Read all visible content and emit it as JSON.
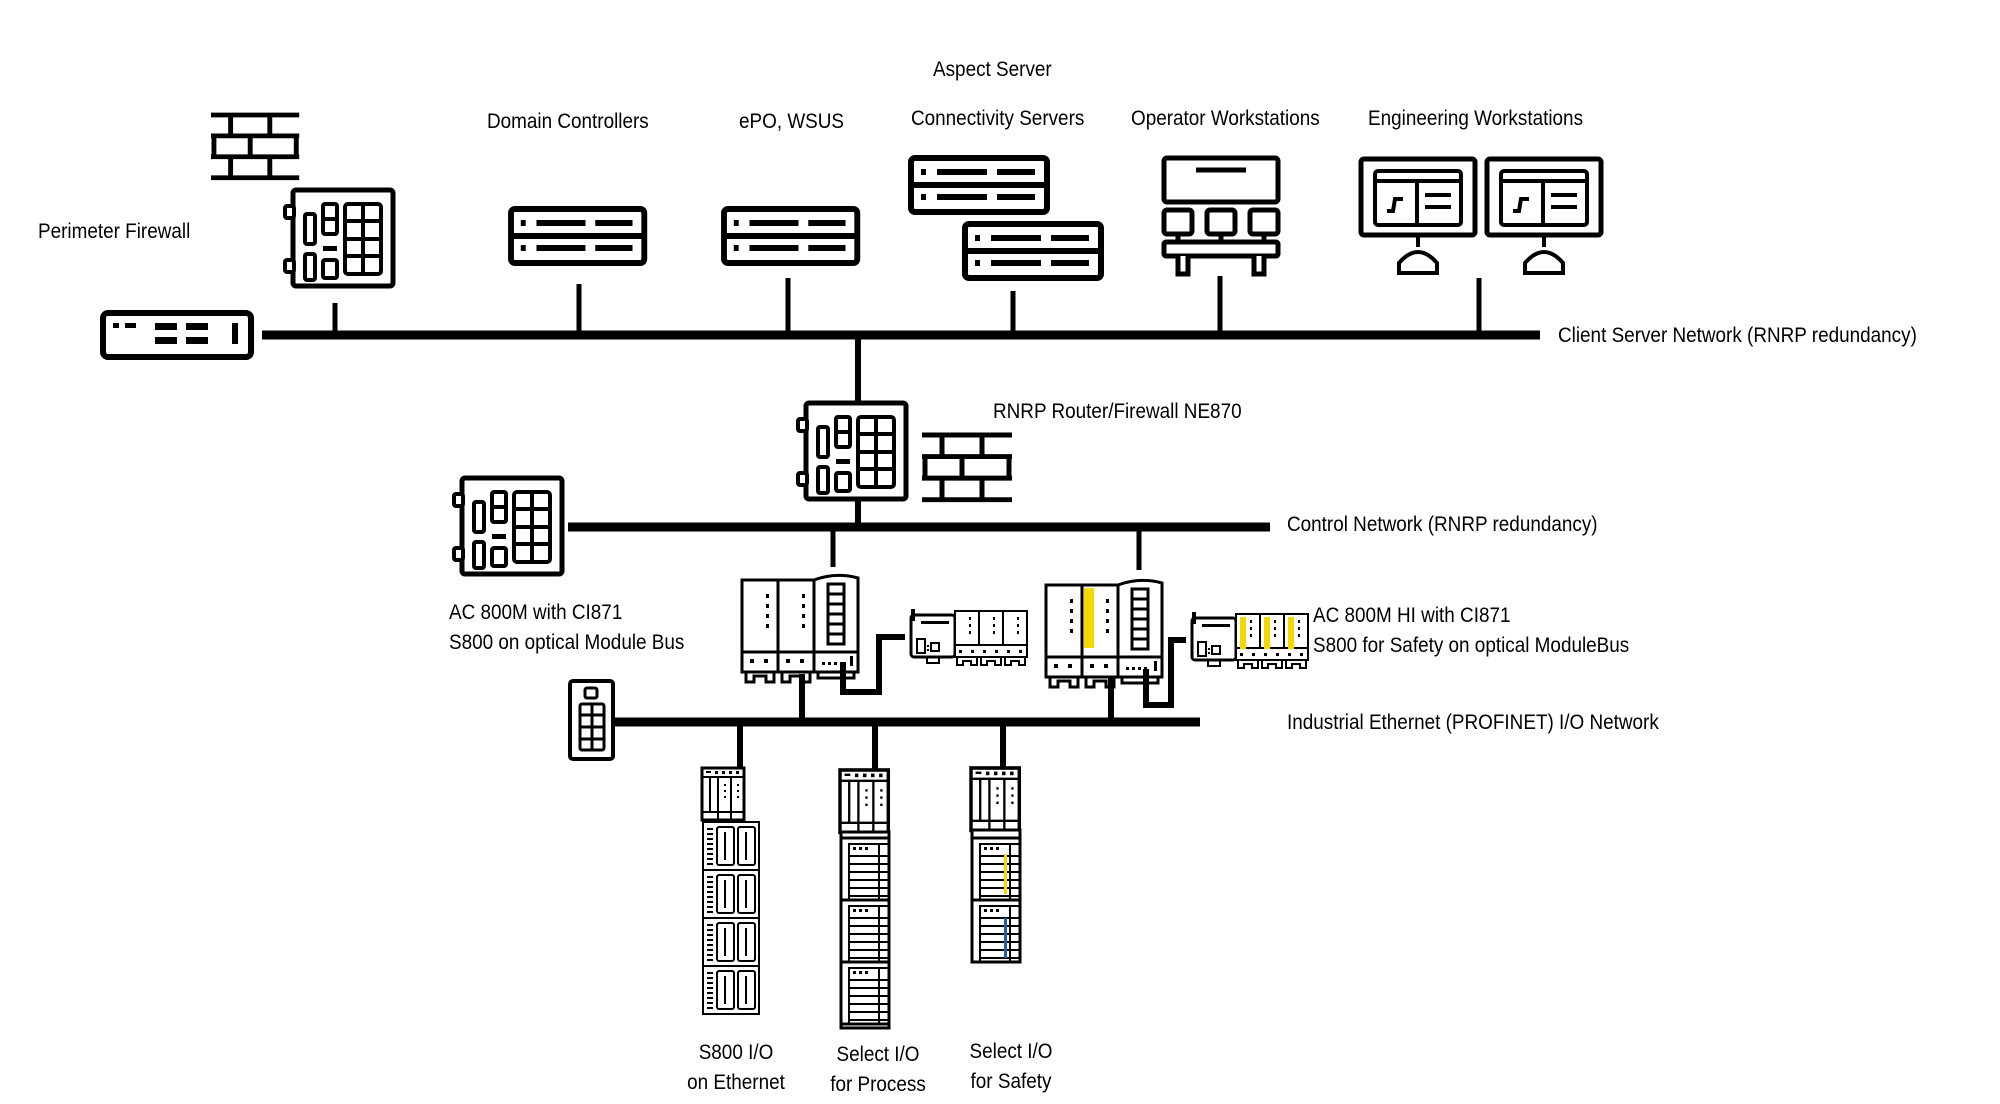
{
  "diagram": {
    "networks": {
      "client_server": "Client Server Network (RNRP redundancy)",
      "control": "Control Network (RNRP redundancy)",
      "io": "Industrial Ethernet (PROFINET) I/O Network"
    },
    "nodes": {
      "perimeter_firewall": "Perimeter Firewall",
      "domain_controllers": "Domain Controllers",
      "epo_wsus": "ePO, WSUS",
      "aspect_server": "Aspect Server",
      "connectivity_servers": "Connectivity Servers",
      "operator_workstations": "Operator Workstations",
      "engineering_workstations": "Engineering Workstations",
      "rnrp_router": "RNRP Router/Firewall NE870",
      "ac800m_line1": "AC 800M with CI871",
      "ac800m_line2": "S800 on optical Module Bus",
      "ac800mhi_line1": "AC 800M HI with CI871",
      "ac800mhi_line2": "S800 for Safety on optical ModuleBus",
      "s800io_line1": "S800 I/O",
      "s800io_line2": "on Ethernet",
      "selectio_proc_line1": "Select I/O",
      "selectio_proc_line2": "for Process",
      "selectio_safe_line1": "Select I/O",
      "selectio_safe_line2": "for Safety"
    },
    "colors": {
      "line": "#000000",
      "safety_yellow": "#f5d800",
      "blue_accent": "#1f5fa8"
    }
  }
}
